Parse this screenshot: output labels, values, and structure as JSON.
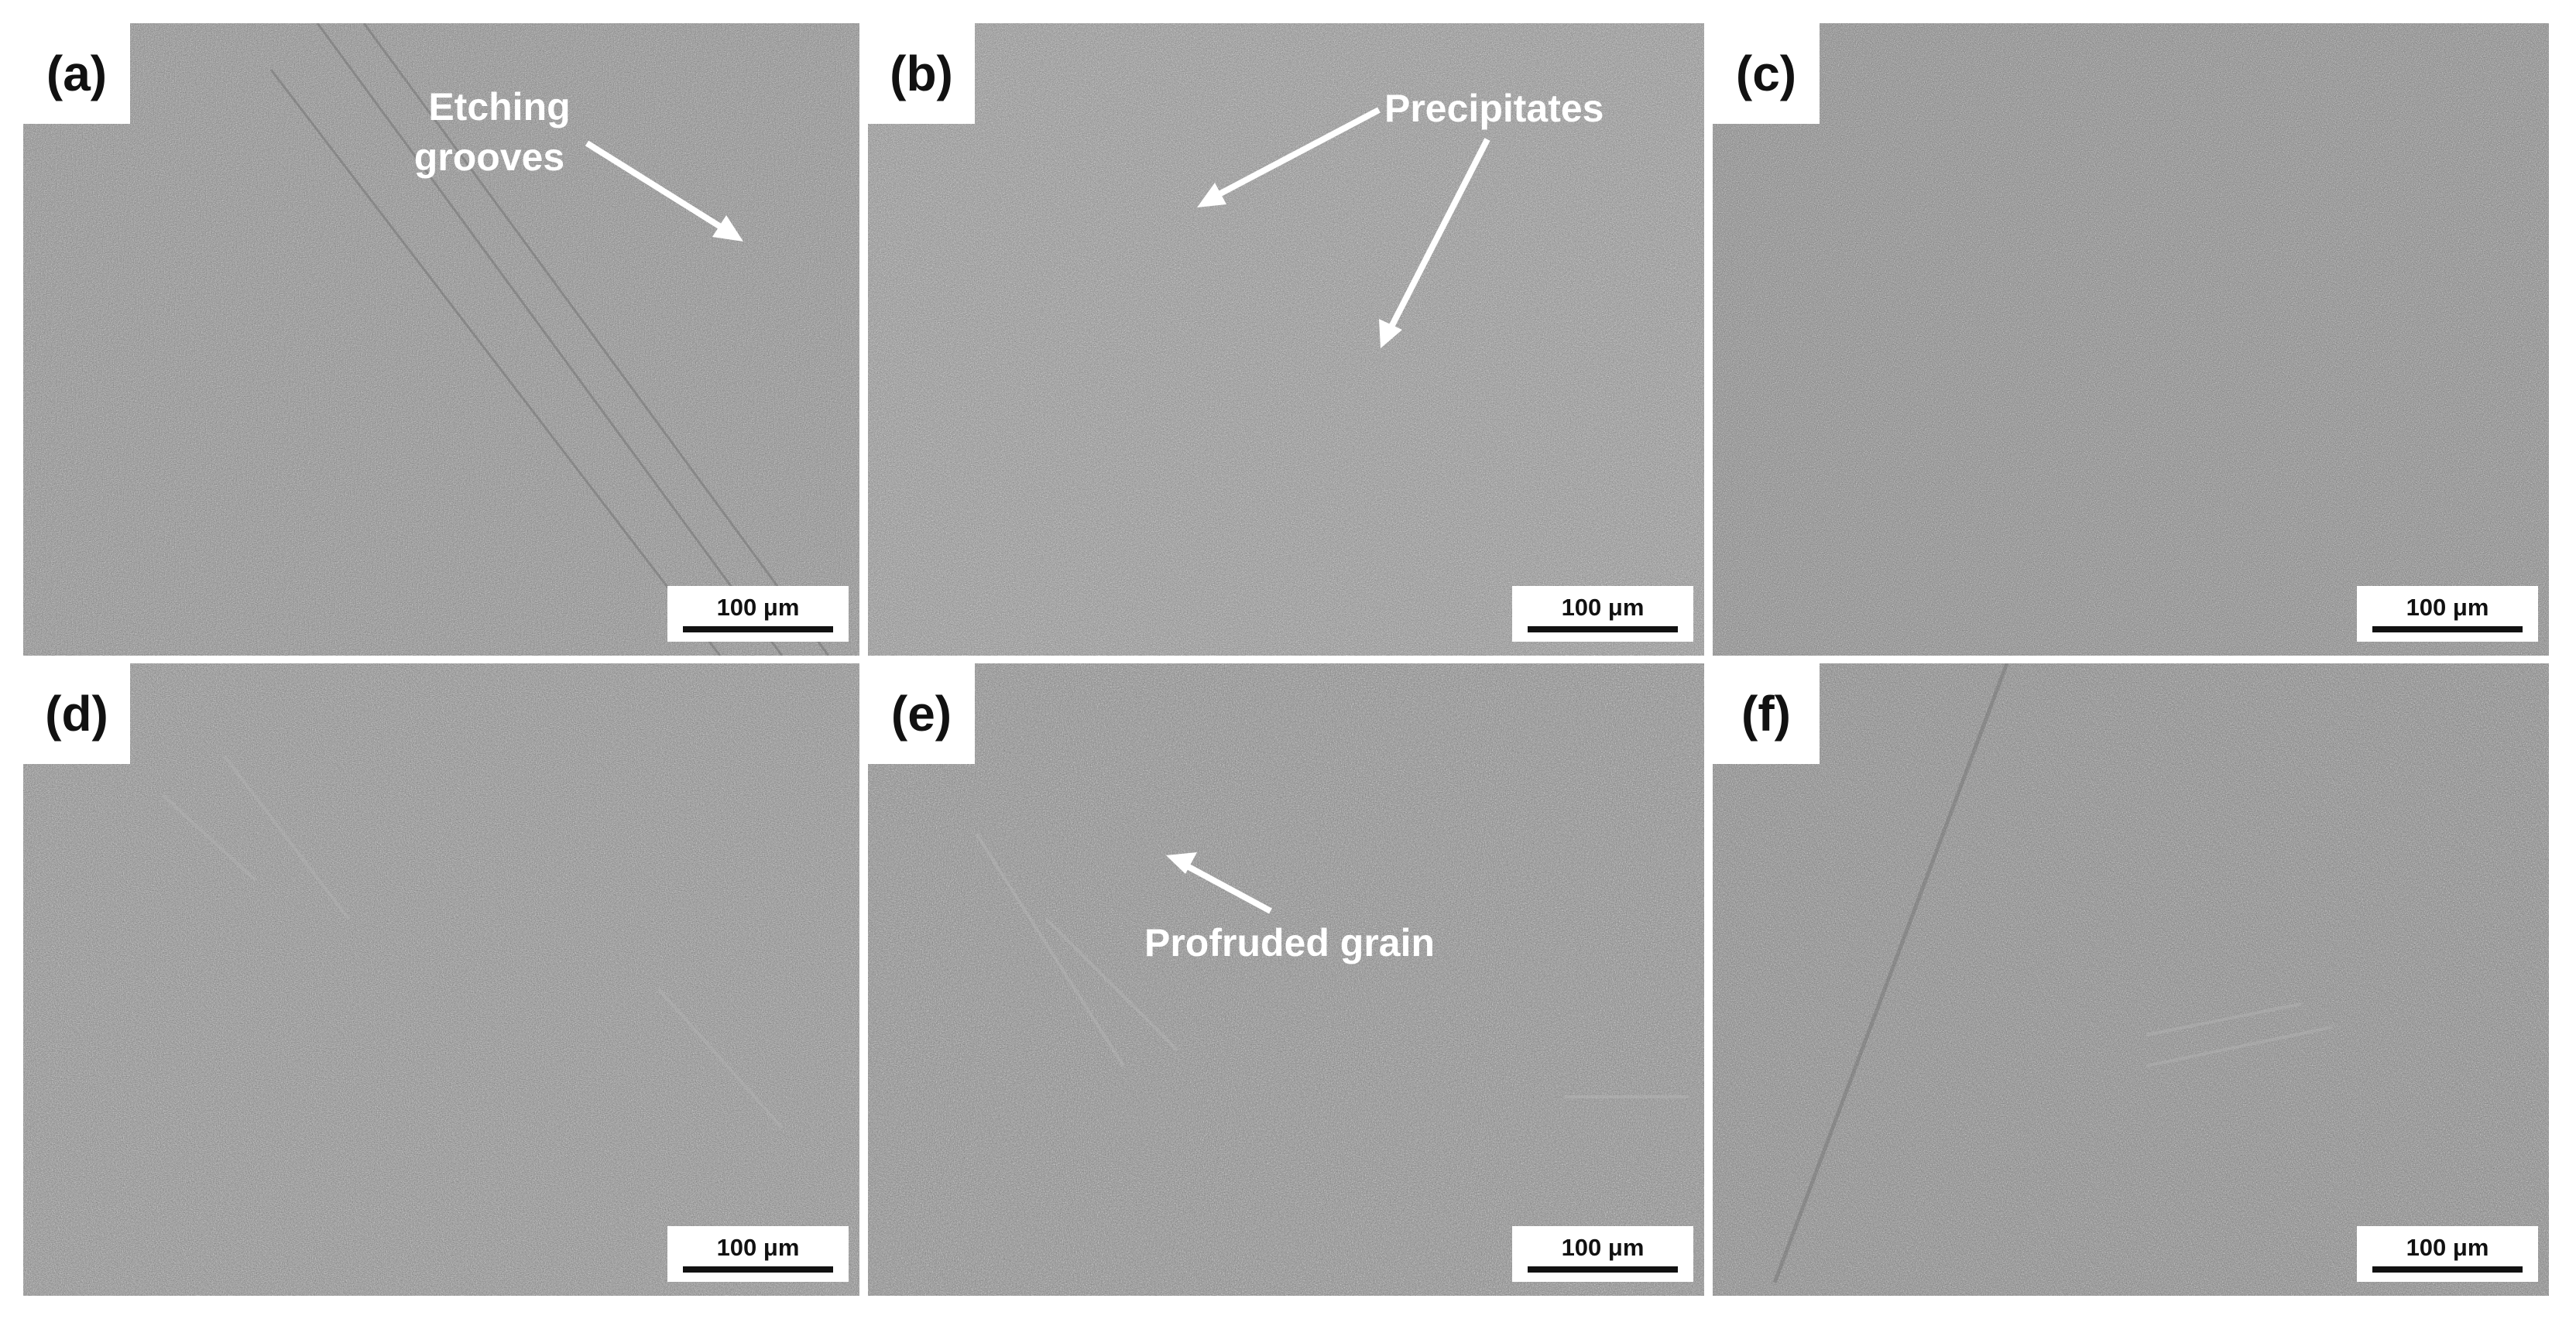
{
  "figure": {
    "panels": [
      {
        "id": "a",
        "label": "(a)",
        "scale_bar": "100 μm",
        "annotations": [
          "Etching",
          "grooves"
        ]
      },
      {
        "id": "b",
        "label": "(b)",
        "scale_bar": "100 μm",
        "annotations": [
          "Precipitates"
        ]
      },
      {
        "id": "c",
        "label": "(c)",
        "scale_bar": "100 μm",
        "annotations": []
      },
      {
        "id": "d",
        "label": "(d)",
        "scale_bar": "100 μm",
        "annotations": []
      },
      {
        "id": "e",
        "label": "(e)",
        "scale_bar": "100 μm",
        "annotations": [
          "Profruded grain"
        ]
      },
      {
        "id": "f",
        "label": "(f)",
        "scale_bar": "100 μm",
        "annotations": []
      }
    ]
  },
  "colors": {
    "background": "#ffffff",
    "sem_gray": "#8a8a8a",
    "annotation": "#ffffff",
    "label_text": "#111111"
  }
}
